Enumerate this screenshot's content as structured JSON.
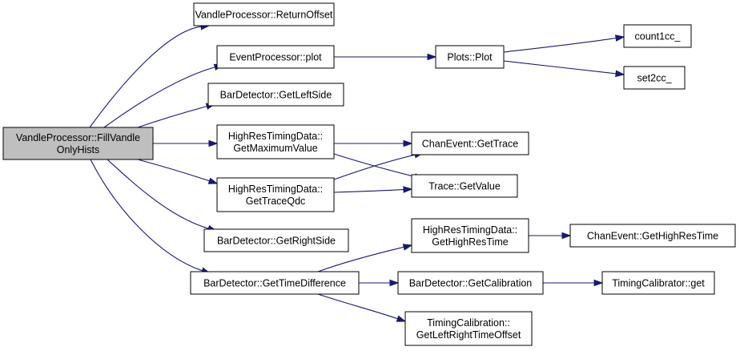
{
  "graph": {
    "root": "fillvandle",
    "nodes": [
      {
        "id": "fillvandle",
        "lines": [
          "VandleProcessor::FillVandle",
          "OnlyHists"
        ],
        "root": true
      },
      {
        "id": "returnoffset",
        "lines": [
          "VandleProcessor::ReturnOffset"
        ]
      },
      {
        "id": "eventplot",
        "lines": [
          "EventProcessor::plot"
        ]
      },
      {
        "id": "plotsplot",
        "lines": [
          "Plots::Plot"
        ]
      },
      {
        "id": "count1cc",
        "lines": [
          "count1cc_"
        ]
      },
      {
        "id": "set2cc",
        "lines": [
          "set2cc_"
        ]
      },
      {
        "id": "getleftside",
        "lines": [
          "BarDetector::GetLeftSide"
        ]
      },
      {
        "id": "getmaxvalue",
        "lines": [
          "HighResTimingData::",
          "GetMaximumValue"
        ]
      },
      {
        "id": "gettrace",
        "lines": [
          "ChanEvent::GetTrace"
        ]
      },
      {
        "id": "getvalue",
        "lines": [
          "Trace::GetValue"
        ]
      },
      {
        "id": "gettraceqdc",
        "lines": [
          "HighResTimingData::",
          "GetTraceQdc"
        ]
      },
      {
        "id": "getrightside",
        "lines": [
          "BarDetector::GetRightSide"
        ]
      },
      {
        "id": "gethighrestime",
        "lines": [
          "HighResTimingData::",
          "GetHighResTime"
        ]
      },
      {
        "id": "chanhighrestime",
        "lines": [
          "ChanEvent::GetHighResTime"
        ]
      },
      {
        "id": "gettimediff",
        "lines": [
          "BarDetector::GetTimeDifference"
        ]
      },
      {
        "id": "getcalibration",
        "lines": [
          "BarDetector::GetCalibration"
        ]
      },
      {
        "id": "calibratorget",
        "lines": [
          "TimingCalibrator::get"
        ]
      },
      {
        "id": "leftrightoffset",
        "lines": [
          "TimingCalibration::",
          "GetLeftRightTimeOffset"
        ]
      }
    ],
    "edges": [
      {
        "from": "fillvandle",
        "to": "returnoffset"
      },
      {
        "from": "fillvandle",
        "to": "eventplot"
      },
      {
        "from": "fillvandle",
        "to": "getleftside"
      },
      {
        "from": "fillvandle",
        "to": "getmaxvalue"
      },
      {
        "from": "fillvandle",
        "to": "gettraceqdc"
      },
      {
        "from": "fillvandle",
        "to": "getrightside"
      },
      {
        "from": "fillvandle",
        "to": "gettimediff"
      },
      {
        "from": "eventplot",
        "to": "plotsplot"
      },
      {
        "from": "plotsplot",
        "to": "count1cc"
      },
      {
        "from": "plotsplot",
        "to": "set2cc"
      },
      {
        "from": "getmaxvalue",
        "to": "gettrace"
      },
      {
        "from": "getmaxvalue",
        "to": "getvalue"
      },
      {
        "from": "gettraceqdc",
        "to": "gettrace"
      },
      {
        "from": "gettraceqdc",
        "to": "getvalue"
      },
      {
        "from": "gettimediff",
        "to": "gethighrestime"
      },
      {
        "from": "gettimediff",
        "to": "getcalibration"
      },
      {
        "from": "gettimediff",
        "to": "leftrightoffset"
      },
      {
        "from": "gethighrestime",
        "to": "chanhighrestime"
      },
      {
        "from": "getcalibration",
        "to": "calibratorget"
      }
    ]
  }
}
